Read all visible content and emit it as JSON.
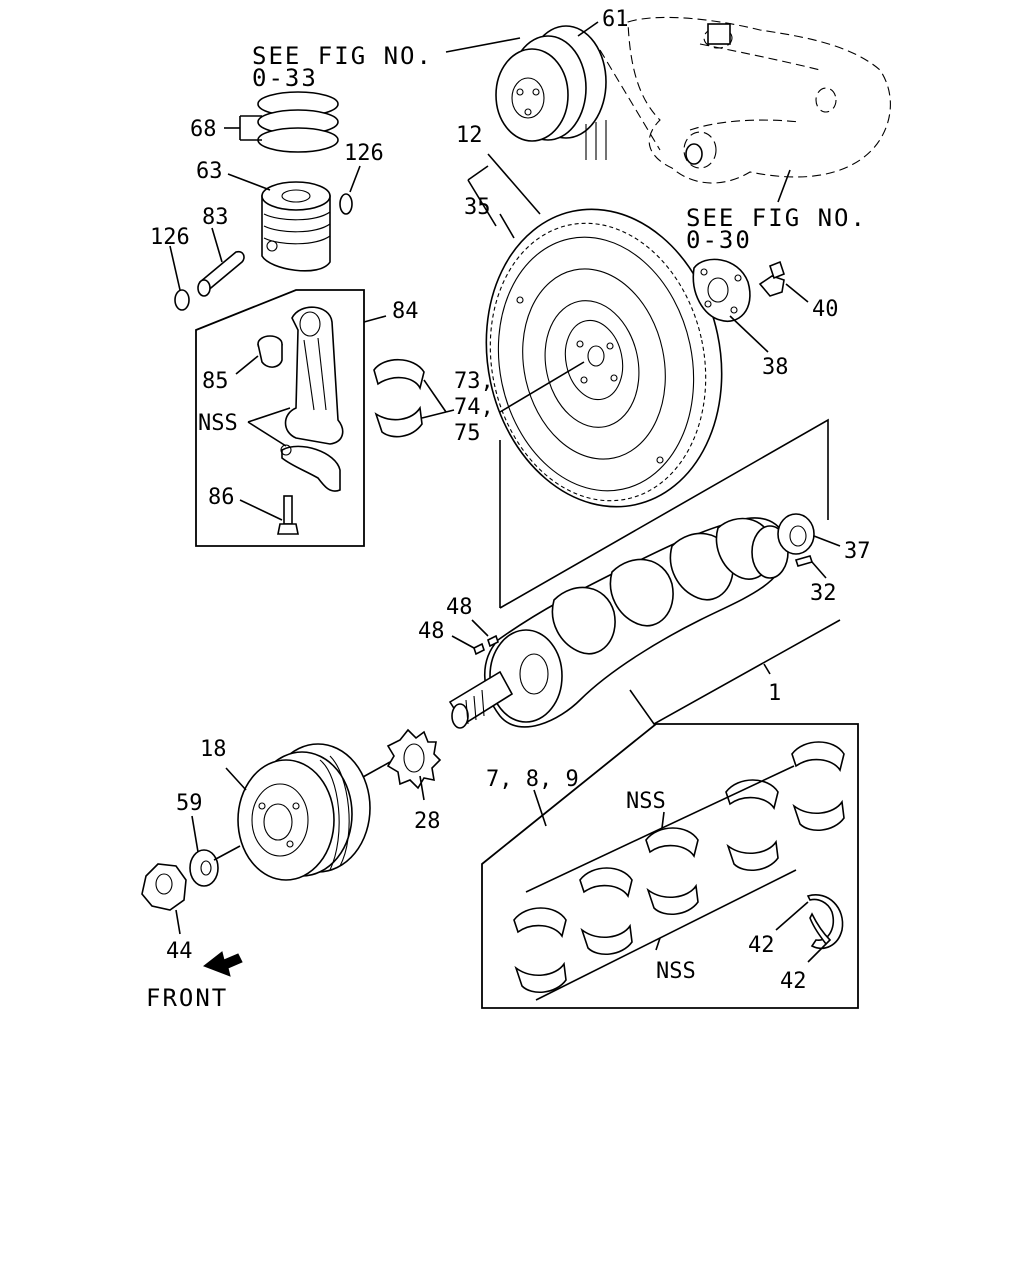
{
  "references": {
    "upper": {
      "line1": "SEE FIG NO.",
      "line2": "0-33"
    },
    "right": {
      "line1": "SEE FIG NO.",
      "line2": "0-30"
    }
  },
  "parts": {
    "p61": "61",
    "p68": "68",
    "p63": "63",
    "p126a": "126",
    "p126b": "126",
    "p83": "83",
    "p12": "12",
    "p35": "35",
    "p84": "84",
    "p85": "85",
    "p40": "40",
    "p38": "38",
    "p73": "73,",
    "p74": "74,",
    "p75": "75",
    "nss_rod": "NSS",
    "p86": "86",
    "p37": "37",
    "p32": "32",
    "p48a": "48",
    "p48b": "48",
    "p1": "1",
    "p18": "18",
    "p59": "59",
    "p28": "28",
    "p789": "7, 8, 9",
    "nss_upper": "NSS",
    "nss_lower": "NSS",
    "p42a": "42",
    "p42b": "42",
    "p44": "44"
  },
  "front_label": "FRONT"
}
